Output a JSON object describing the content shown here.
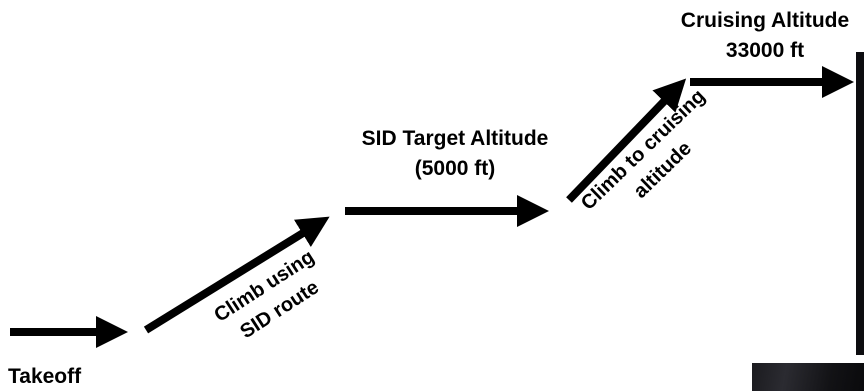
{
  "stages": [
    {
      "id": "takeoff",
      "lines": [
        "Takeoff"
      ]
    },
    {
      "id": "climb-sid",
      "lines": [
        "Climb using",
        "SID route"
      ]
    },
    {
      "id": "sid-target",
      "lines": [
        "SID Target Altitude",
        "(5000 ft)"
      ]
    },
    {
      "id": "climb-cruise",
      "lines": [
        "Climb to cruising",
        "altitude"
      ]
    },
    {
      "id": "cruise",
      "lines": [
        "Cruising Altitude",
        "33000 ft"
      ]
    }
  ],
  "colors": {
    "arrow": "#000000",
    "text": "#000000",
    "background": "#ffffff"
  }
}
